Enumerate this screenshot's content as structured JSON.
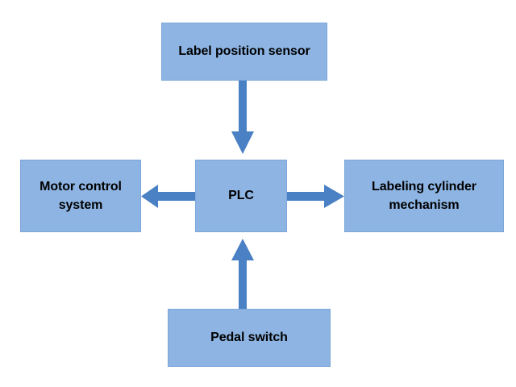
{
  "diagram": {
    "type": "block-diagram",
    "title": "",
    "background_color": "#ffffff",
    "node_fill_color": "#8db4e2",
    "node_border_color": "#7ba7d9",
    "node_text_color": "#000000",
    "arrow_color": "#4a80c4",
    "nodes": [
      {
        "id": "sensor",
        "label": "Label position sensor",
        "position": "top"
      },
      {
        "id": "motor",
        "label": "Motor control\nsystem",
        "position": "left"
      },
      {
        "id": "plc",
        "label": "PLC",
        "position": "center"
      },
      {
        "id": "cylinder",
        "label": "Labeling cylinder\nmechanism",
        "position": "right"
      },
      {
        "id": "pedal",
        "label": "Pedal switch",
        "position": "bottom"
      }
    ],
    "arrows": [
      {
        "id": "sensor-to-plc",
        "from": "sensor",
        "to": "plc",
        "direction": "down"
      },
      {
        "id": "plc-to-motor",
        "from": "plc",
        "to": "motor",
        "direction": "left"
      },
      {
        "id": "plc-to-cylinder",
        "from": "plc",
        "to": "cylinder",
        "direction": "right"
      },
      {
        "id": "pedal-to-plc",
        "from": "pedal",
        "to": "plc",
        "direction": "up"
      }
    ]
  }
}
